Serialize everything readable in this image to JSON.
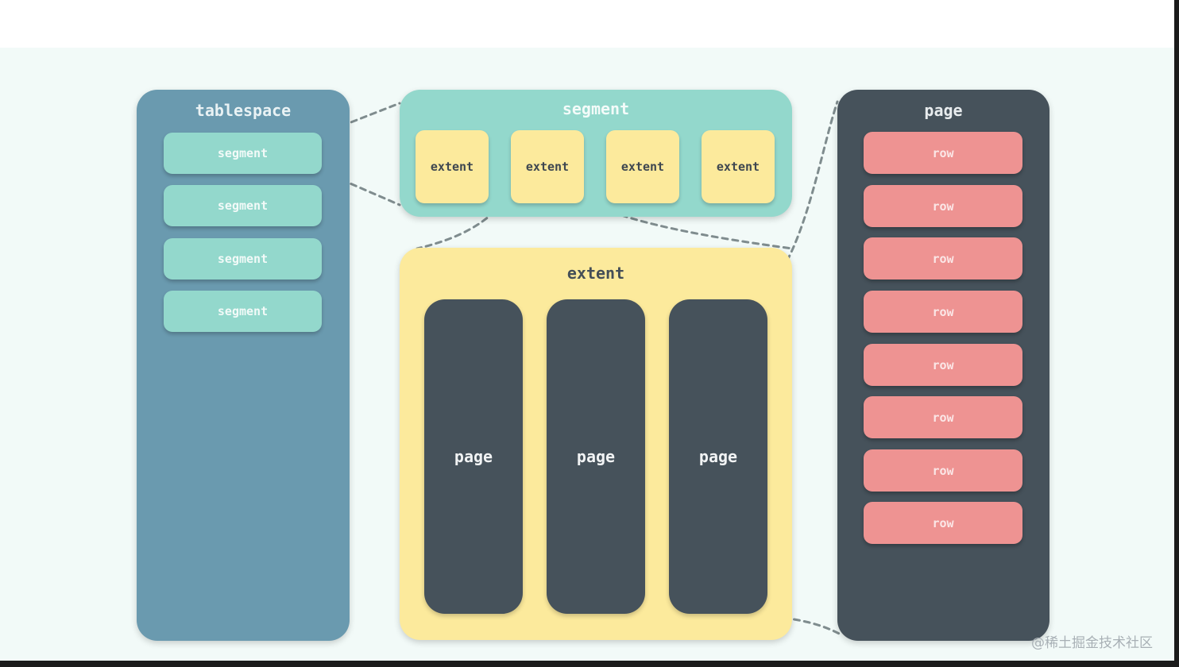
{
  "colors": {
    "tablespace": "#6a9aaf",
    "segment": "#93d8cc",
    "extent": "#fcea9c",
    "page": "#46525b",
    "row": "#ee9392",
    "background": "#f2faf8"
  },
  "tablespace": {
    "title": "tablespace",
    "segments": [
      "segment",
      "segment",
      "segment",
      "segment"
    ]
  },
  "segment_panel": {
    "title": "segment",
    "extents": [
      "extent",
      "extent",
      "extent",
      "extent"
    ]
  },
  "extent_panel": {
    "title": "extent",
    "pages": [
      "page",
      "page",
      "page"
    ]
  },
  "page_panel": {
    "title": "page",
    "rows": [
      "row",
      "row",
      "row",
      "row",
      "row",
      "row",
      "row",
      "row"
    ]
  },
  "watermark": "@稀土掘金技术社区"
}
